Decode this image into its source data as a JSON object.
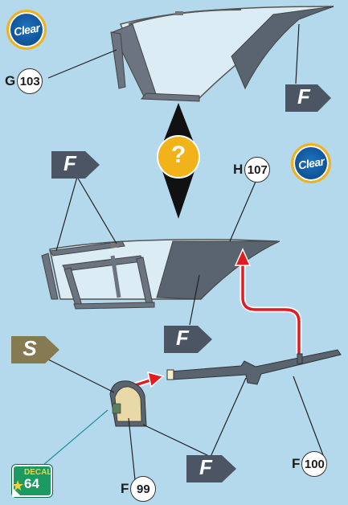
{
  "badges": {
    "clear_label": "Clear"
  },
  "callouts": {
    "g103": {
      "letter": "G",
      "number": "103"
    },
    "h107": {
      "letter": "H",
      "number": "107"
    },
    "f100": {
      "letter": "F",
      "number": "100"
    },
    "f99": {
      "letter": "F",
      "number": "99"
    }
  },
  "flags": {
    "f_label": "F",
    "s_label": "S"
  },
  "question": {
    "symbol": "?"
  },
  "decal": {
    "label": "DECAL",
    "number": "64",
    "icon": "star-icon"
  },
  "colors": {
    "background": "#b5d9ec",
    "part_gray": "#5a6470",
    "clear_blue": "#0e4f93",
    "badge_gold": "#f2b21a",
    "flag_f": "#4b5563",
    "flag_s": "#857a52",
    "arrow_red": "#e11b22",
    "decal_green": "#1d9a62"
  }
}
